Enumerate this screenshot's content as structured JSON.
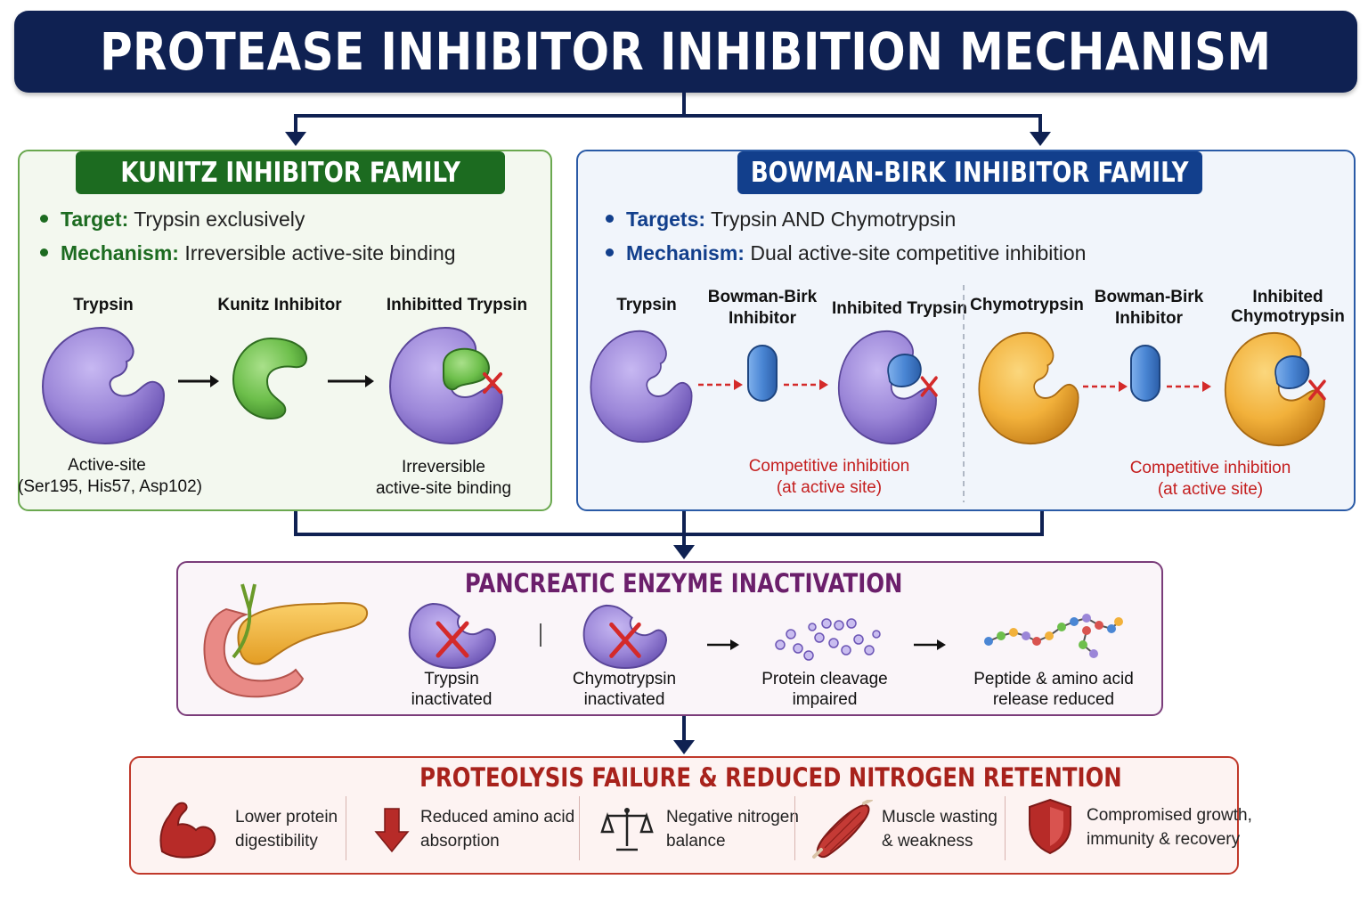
{
  "title": "PROTEASE INHIBITOR INHIBITION MECHANISM",
  "kunitz": {
    "label": "KUNITZ INHIBITOR FAMILY",
    "target_key": "Target:",
    "target_val": "Trypsin exclusively",
    "mechanism_key": "Mechanism:",
    "mechanism_val": "Irreversible active-site binding",
    "step1": "Trypsin",
    "step2": "Kunitz Inhibitor",
    "step3": "Inhibitted Trypsin",
    "active_site_line1": "Active-site",
    "active_site_line2": "(Ser195, His57, Asp102)",
    "irreversible_line1": "Irreversible",
    "irreversible_line2": "active-site binding",
    "accent": "#1c6b20"
  },
  "bbi": {
    "label": "BOWMAN-BIRK INHIBITOR FAMILY",
    "targets_key": "Targets:",
    "targets_val": "Trypsin AND Chymotrypsin",
    "mechanism_key": "Mechanism:",
    "mechanism_val": "Dual active-site competitive inhibition",
    "t_step1": "Trypsin",
    "t_step2_line1": "Bowman-Birk",
    "t_step2_line2": "Inhibitor",
    "t_step3": "Inhibited Trypsin",
    "c_step1": "Chymotrypsin",
    "c_step2_line1": "Bowman-Birk",
    "c_step2_line2": "Inhibitor",
    "c_step3_line1": "Inhibited",
    "c_step3_line2": "Chymotrypsin",
    "comp1_line1": "Competitive inhibition",
    "comp1_line2": "(at active site)",
    "comp2_line1": "Competitive inhibition",
    "comp2_line2": "(at active site)",
    "accent": "#123f8c"
  },
  "pancreatic": {
    "title": "PANCREATIC ENZYME INACTIVATION",
    "item1_line1": "Trypsin",
    "item1_line2": "inactivated",
    "item2_line1": "Chymotrypsin",
    "item2_line2": "inactivated",
    "item3_line1": "Protein cleavage",
    "item3_line2": "impaired",
    "item4_line1": "Peptide & amino acid",
    "item4_line2": "release reduced",
    "accent": "#6b1f6b"
  },
  "proteolysis": {
    "title": "PROTEOLYSIS FAILURE & REDUCED NITROGEN RETENTION",
    "e1_line1": "Lower protein",
    "e1_line2": "digestibility",
    "e2_line1": "Reduced amino acid",
    "e2_line2": "absorption",
    "e3_line1": "Negative nitrogen",
    "e3_line2": "balance",
    "e4_line1": "Muscle wasting",
    "e4_line2": "& weakness",
    "e5_line1": "Compromised growth,",
    "e5_line2": "immunity & recovery",
    "accent": "#a8221c"
  },
  "colors": {
    "trypsin": "#9b86d8",
    "kunitz_inhibitor": "#6dbf4b",
    "bbi_inhibitor": "#4a86d4",
    "chymotrypsin": "#f2b13b",
    "inhibit_x": "#d42a2a"
  },
  "icons": [
    "flexed-arm-icon",
    "down-arrow-icon",
    "balance-scale-icon",
    "muscle-icon",
    "shield-icon",
    "pancreas-icon"
  ]
}
